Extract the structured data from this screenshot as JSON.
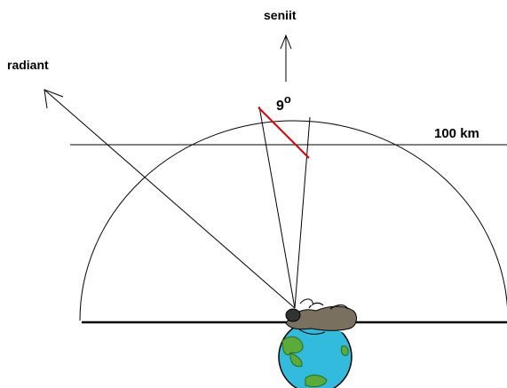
{
  "labels": {
    "zenith": "seniit",
    "radiant": "radiant",
    "altitude": "100 km",
    "angle_value": "9",
    "angle_degree_sign": "o"
  },
  "icons": {
    "earth": "earth-globe-icon",
    "observer": "reclining-observer-icon"
  },
  "colors": {
    "lines": "#000000",
    "angle_arc": "#e00000",
    "ocean": "#33bbdd",
    "land": "#5aaa3c",
    "observer": "#7a7060"
  }
}
